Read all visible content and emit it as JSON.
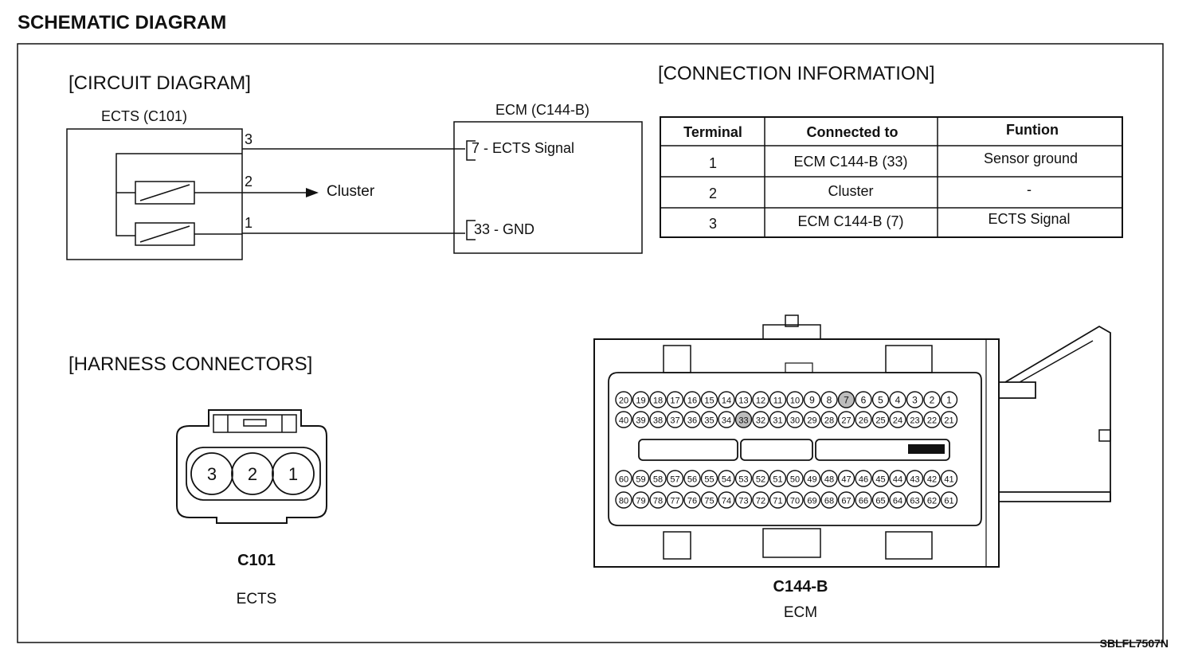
{
  "page_title": "SCHEMATIC DIAGRAM",
  "figure_code": "SBLFL7507N",
  "circuit": {
    "heading": "[CIRCUIT DIAGRAM]",
    "ects_label": "ECTS (C101)",
    "ecm_label": "ECM (C144-B)",
    "pins": [
      "3",
      "2",
      "1"
    ],
    "cluster_label": "Cluster",
    "ecm_pin_signal": "7 - ECTS Signal",
    "ecm_pin_gnd": "33 - GND"
  },
  "connection": {
    "heading": "[CONNECTION INFORMATION]",
    "headers": [
      "Terminal",
      "Connected to",
      "Funtion"
    ],
    "rows": [
      [
        "1",
        "ECM C144-B (33)",
        "Sensor ground"
      ],
      [
        "2",
        "Cluster",
        "-"
      ],
      [
        "3",
        "ECM C144-B (7)",
        "ECTS Signal"
      ]
    ]
  },
  "harness": {
    "heading": "[HARNESS CONNECTORS]",
    "c101": {
      "name": "C101",
      "sub": "ECTS",
      "pins": [
        "3",
        "2",
        "1"
      ]
    },
    "c144b": {
      "name": "C144-B",
      "sub": "ECM",
      "rows": [
        [
          "20",
          "19",
          "18",
          "17",
          "16",
          "15",
          "14",
          "13",
          "12",
          "11",
          "10",
          "9",
          "8",
          "7",
          "6",
          "5",
          "4",
          "3",
          "2",
          "1"
        ],
        [
          "40",
          "39",
          "38",
          "37",
          "36",
          "35",
          "34",
          "33",
          "32",
          "31",
          "30",
          "29",
          "28",
          "27",
          "26",
          "25",
          "24",
          "23",
          "22",
          "21"
        ],
        [
          "60",
          "59",
          "58",
          "57",
          "56",
          "55",
          "54",
          "53",
          "52",
          "51",
          "50",
          "49",
          "48",
          "47",
          "46",
          "45",
          "44",
          "43",
          "42",
          "41"
        ],
        [
          "80",
          "79",
          "78",
          "77",
          "76",
          "75",
          "74",
          "73",
          "72",
          "71",
          "70",
          "69",
          "68",
          "67",
          "66",
          "65",
          "64",
          "63",
          "62",
          "61"
        ]
      ],
      "highlighted_pins": [
        "7",
        "33"
      ]
    }
  }
}
